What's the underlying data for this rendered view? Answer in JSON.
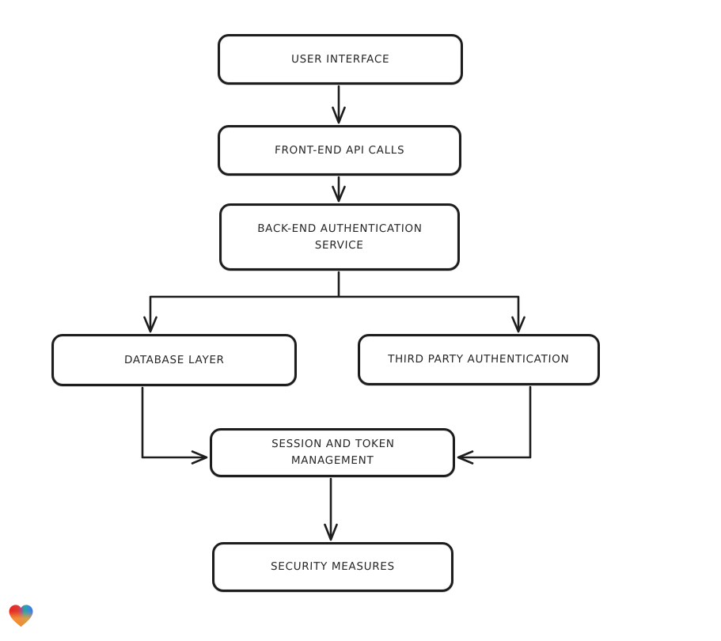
{
  "diagram": {
    "type": "flowchart",
    "nodes": [
      {
        "id": "user-interface",
        "label": "USER INTERFACE"
      },
      {
        "id": "front-end-api-calls",
        "label": "FRONT-END API CALLS"
      },
      {
        "id": "back-end-auth-service",
        "label": "BACK-END AUTHENTICATION SERVICE"
      },
      {
        "id": "database-layer",
        "label": "DATABASE LAYER"
      },
      {
        "id": "third-party-authentication",
        "label": "THIRD PARTY AUTHENTICATION"
      },
      {
        "id": "session-token-management",
        "label": "SESSION AND TOKEN MANAGEMENT"
      },
      {
        "id": "security-measures",
        "label": "SECURITY MEASURES"
      }
    ],
    "edges": [
      {
        "from": "user-interface",
        "to": "front-end-api-calls"
      },
      {
        "from": "front-end-api-calls",
        "to": "back-end-auth-service"
      },
      {
        "from": "back-end-auth-service",
        "to": "database-layer"
      },
      {
        "from": "back-end-auth-service",
        "to": "third-party-authentication"
      },
      {
        "from": "database-layer",
        "to": "session-token-management"
      },
      {
        "from": "third-party-authentication",
        "to": "session-token-management"
      },
      {
        "from": "session-token-management",
        "to": "security-measures"
      }
    ],
    "colors": {
      "background": "#ffffff",
      "node_fill": "#ffffff",
      "stroke": "#1d1d1d",
      "text": "#262626"
    }
  },
  "logo": {
    "icon": "gradient-heart",
    "colors": {
      "red": "#e8251f",
      "purple": "#a4509c",
      "teal": "#27a79c",
      "blue": "#4a6fe8",
      "orange": "#f59d38"
    }
  }
}
